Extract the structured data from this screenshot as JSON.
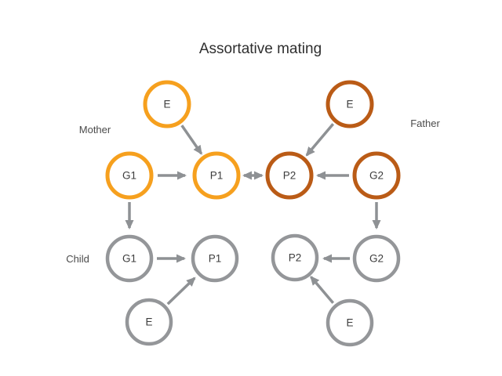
{
  "title": "Assortative mating",
  "groups": {
    "mother": "Mother",
    "father": "Father",
    "child": "Child"
  },
  "nodes": {
    "mother_e": "E",
    "mother_g1": "G1",
    "mother_p1": "P1",
    "father_e": "E",
    "father_p2": "P2",
    "father_g2": "G2",
    "child_g1": "G1",
    "child_p1": "P1",
    "child_p2": "P2",
    "child_g2": "G2",
    "child_e_left": "E",
    "child_e_right": "E"
  },
  "colors": {
    "mother": "#F6A01E",
    "father": "#BA5B16",
    "child": "#949699",
    "arrow": "#8E9194",
    "text": "#3C3C3C",
    "title": "#2F2F2F"
  },
  "edges": [
    {
      "from": "mother_e",
      "to": "mother_p1",
      "type": "directed"
    },
    {
      "from": "mother_g1",
      "to": "mother_p1",
      "type": "directed"
    },
    {
      "from": "father_e",
      "to": "father_p2",
      "type": "directed"
    },
    {
      "from": "father_g2",
      "to": "father_p2",
      "type": "directed"
    },
    {
      "from": "mother_p1",
      "to": "father_p2",
      "type": "bidirectional"
    },
    {
      "from": "mother_g1",
      "to": "child_g1",
      "type": "directed"
    },
    {
      "from": "father_g2",
      "to": "child_g2",
      "type": "directed"
    },
    {
      "from": "child_g1",
      "to": "child_p1",
      "type": "directed"
    },
    {
      "from": "child_g2",
      "to": "child_p2",
      "type": "directed"
    },
    {
      "from": "child_e_left",
      "to": "child_p1",
      "type": "directed"
    },
    {
      "from": "child_e_right",
      "to": "child_p2",
      "type": "directed"
    }
  ]
}
